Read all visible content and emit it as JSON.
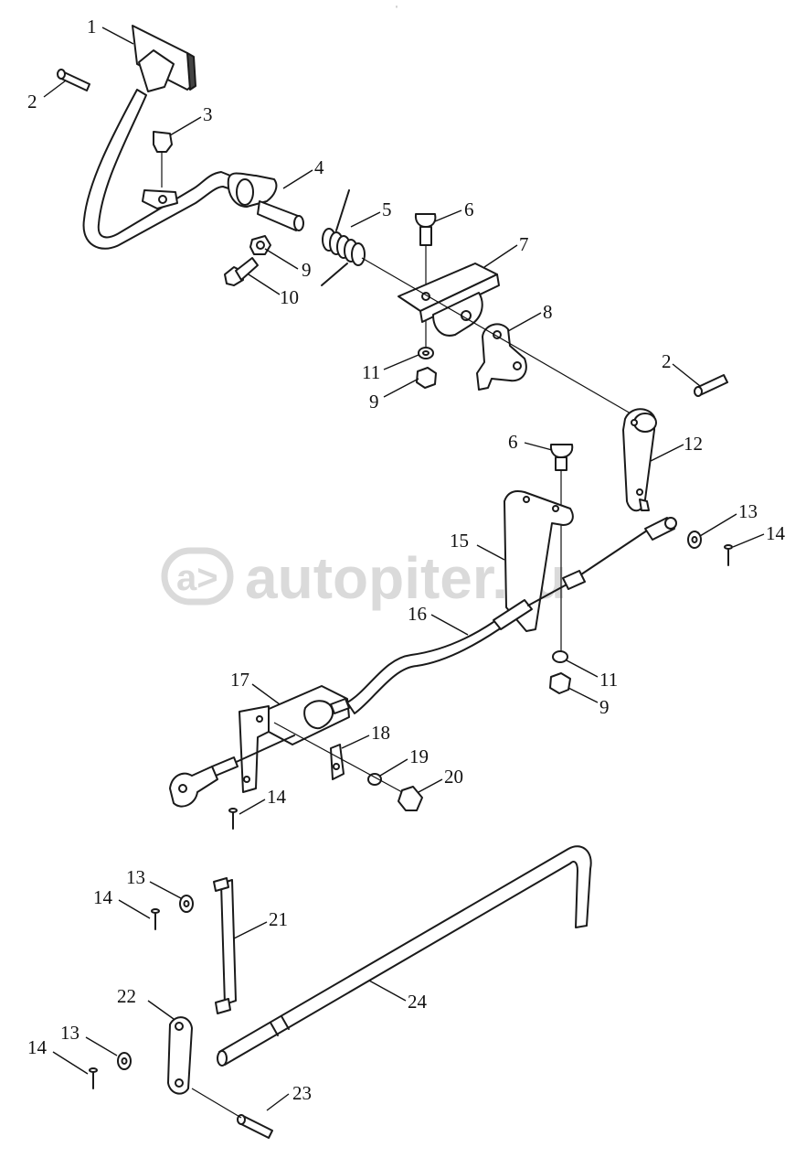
{
  "corner_mark": "ⁿ",
  "watermark": {
    "badge_glyph": "a>",
    "text": "autopiter.ru"
  },
  "callouts": [
    {
      "id": "c1",
      "label": "1"
    },
    {
      "id": "c2a",
      "label": "2"
    },
    {
      "id": "c3",
      "label": "3"
    },
    {
      "id": "c4",
      "label": "4"
    },
    {
      "id": "c5",
      "label": "5"
    },
    {
      "id": "c6a",
      "label": "6"
    },
    {
      "id": "c7",
      "label": "7"
    },
    {
      "id": "c8",
      "label": "8"
    },
    {
      "id": "c9a",
      "label": "9"
    },
    {
      "id": "c10",
      "label": "10"
    },
    {
      "id": "c11a",
      "label": "11"
    },
    {
      "id": "c9b",
      "label": "9"
    },
    {
      "id": "c2b",
      "label": "2"
    },
    {
      "id": "c12",
      "label": "12"
    },
    {
      "id": "c6b",
      "label": "6"
    },
    {
      "id": "c13a",
      "label": "13"
    },
    {
      "id": "c14a",
      "label": "14"
    },
    {
      "id": "c15",
      "label": "15"
    },
    {
      "id": "c16",
      "label": "16"
    },
    {
      "id": "c11b",
      "label": "11"
    },
    {
      "id": "c9c",
      "label": "9"
    },
    {
      "id": "c17",
      "label": "17"
    },
    {
      "id": "c18",
      "label": "18"
    },
    {
      "id": "c19",
      "label": "19"
    },
    {
      "id": "c20",
      "label": "20"
    },
    {
      "id": "c14b",
      "label": "14"
    },
    {
      "id": "c13b",
      "label": "13"
    },
    {
      "id": "c14c",
      "label": "14"
    },
    {
      "id": "c21",
      "label": "21"
    },
    {
      "id": "c22",
      "label": "22"
    },
    {
      "id": "c24",
      "label": "24"
    },
    {
      "id": "c13c",
      "label": "13"
    },
    {
      "id": "c14d",
      "label": "14"
    },
    {
      "id": "c23",
      "label": "23"
    }
  ]
}
